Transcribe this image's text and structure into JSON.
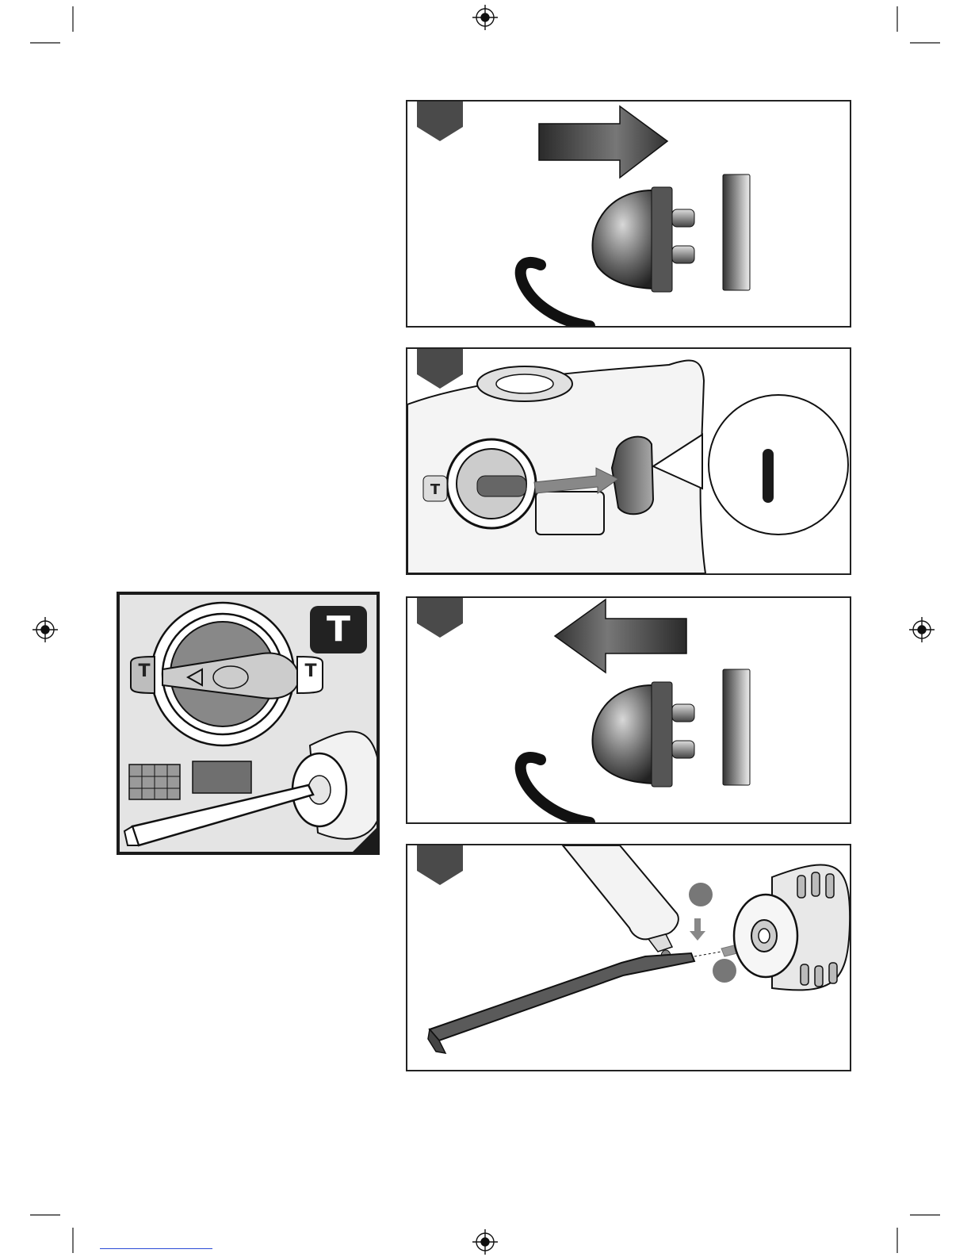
{
  "page": {
    "title": "",
    "footer_rule_color": "#2b4bd6"
  },
  "colors": {
    "ink": "#222222",
    "tab": "#4a4a4a",
    "panel_border": "#222222",
    "side_bg": "#e4e4e4"
  },
  "panels": [
    {
      "id": "unplug",
      "step_tab": "",
      "icon": "plug-removal-arrow-icon"
    },
    {
      "id": "switch-on",
      "step_tab": "",
      "icon": "trigger-switch-icon"
    },
    {
      "id": "plug-in",
      "step_tab": "",
      "icon": "plug-insert-arrow-icon"
    },
    {
      "id": "insert-chisel",
      "step_tab": "",
      "icon": "grease-chisel-chuck-icon"
    }
  ],
  "side_illustration": {
    "mode_badge_symbol": "T",
    "selector_left_symbol": "T",
    "selector_right_symbol": "T",
    "icon": "chisel-mode-selector-icon"
  }
}
